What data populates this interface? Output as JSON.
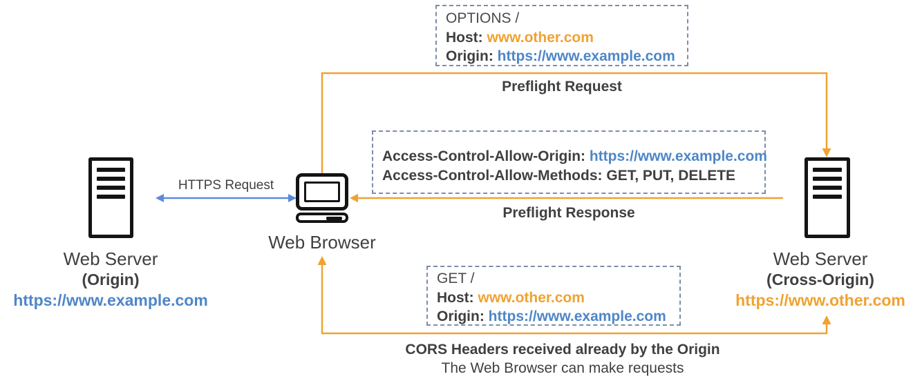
{
  "colors": {
    "orange": "#F0A232",
    "blue_arrow": "#5B8BD8",
    "blue_text": "#4E86C8",
    "dark_text": "#404040",
    "dash_border": "#7D8CA8",
    "icon_black": "#141414"
  },
  "nodes": {
    "origin_server": {
      "title": "Web Server",
      "subtitle": "(Origin)",
      "url": "https://www.example.com"
    },
    "browser": {
      "title": "Web Browser"
    },
    "cross_origin_server": {
      "title": "Web Server",
      "subtitle": "(Cross-Origin)",
      "url": "https://www.other.com"
    }
  },
  "boxes": {
    "preflight_request": {
      "method": "OPTIONS /",
      "host_label": "Host:",
      "host_value": "www.other.com",
      "origin_label": "Origin:",
      "origin_value": "https://www.example.com"
    },
    "preflight_response": {
      "acao_label": "Access-Control-Allow-Origin:",
      "acao_value": "https://www.example.com",
      "acam_label": "Access-Control-Allow-Methods:",
      "acam_value": "GET, PUT, DELETE"
    },
    "get_request": {
      "method": "GET /",
      "host_label": "Host:",
      "host_value": "www.other.com",
      "origin_label": "Origin:",
      "origin_value": "https://www.example.com"
    }
  },
  "labels": {
    "preflight_request": "Preflight Request",
    "preflight_response": "Preflight Response",
    "https_request": "HTTPS Request",
    "cors_note_title": "CORS Headers received already by the Origin",
    "cors_note_sub": "The Web Browser can make requests"
  },
  "icons": {
    "origin_server": "server-icon",
    "cross_origin_server": "server-icon",
    "browser": "computer-icon"
  }
}
